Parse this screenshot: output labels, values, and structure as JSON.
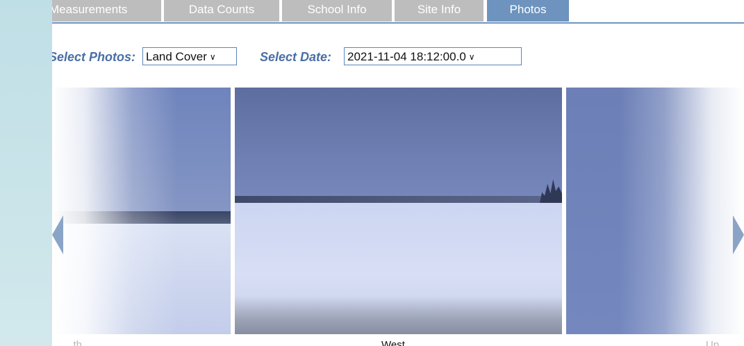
{
  "tabs": [
    {
      "label": "Measurements",
      "active": false
    },
    {
      "label": "Data Counts",
      "active": false
    },
    {
      "label": "School Info",
      "active": false
    },
    {
      "label": "Site Info",
      "active": false
    },
    {
      "label": "Photos",
      "active": true
    }
  ],
  "filters": {
    "photos_label": "Select Photos:",
    "photos_value": "Land Cover",
    "date_label": "Select Date:",
    "date_value": "2021-11-04 18:12:00.0"
  },
  "photos": {
    "left_caption": "...th",
    "center_caption": "West",
    "right_caption": "Up..."
  },
  "colors": {
    "active_tab": "#6d93be",
    "inactive_tab": "#bdbdbd",
    "label_text": "#4a6fa6"
  }
}
